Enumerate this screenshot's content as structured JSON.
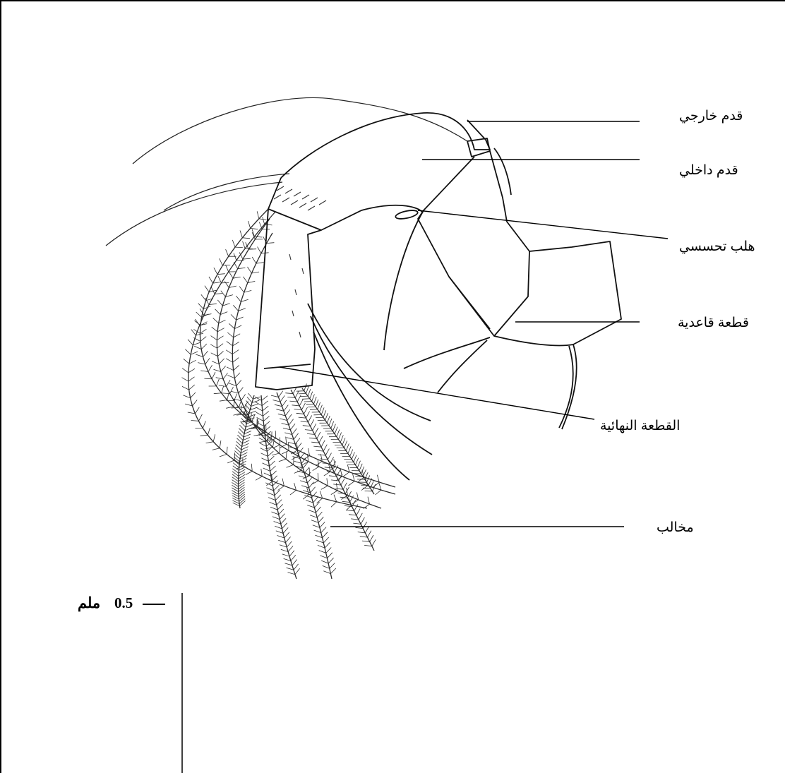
{
  "labels": {
    "outer_foot": "قدم خارجي",
    "inner_foot": "قدم داخلي",
    "sensory_hair": "هلب تحسسي",
    "basal_segment": "قطعة قاعدية",
    "terminal_segment": "القطعة النهائية",
    "claws": "مخالب"
  },
  "scale_bar": {
    "value": "0.5",
    "unit": "ملم"
  },
  "colors": {
    "ink": "#000000",
    "sketch": "#333333",
    "paper": "#ffffff"
  }
}
